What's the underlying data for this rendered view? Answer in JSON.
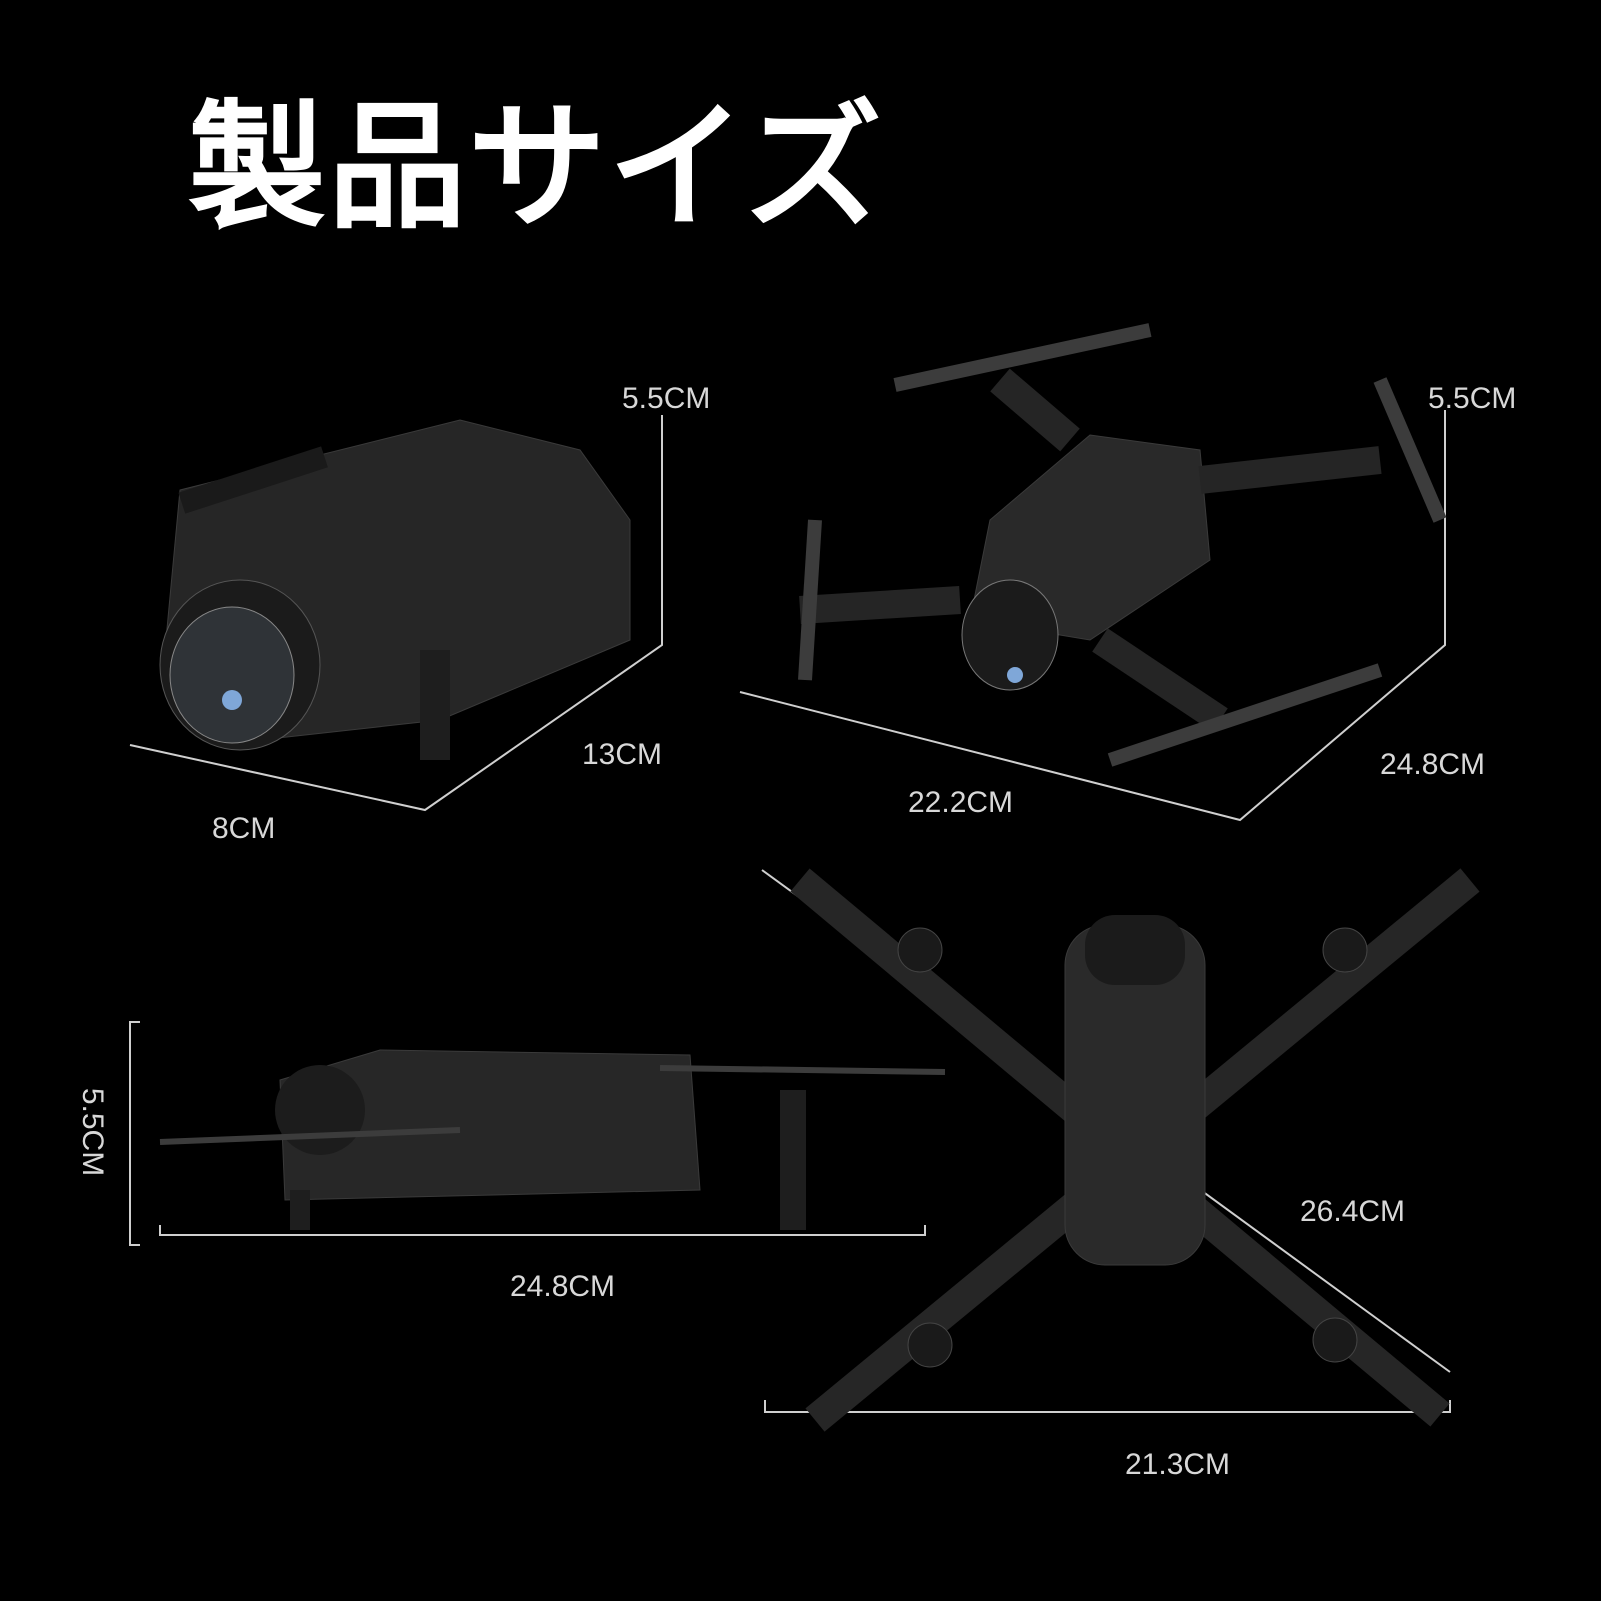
{
  "title": "製品サイズ",
  "views": {
    "folded": {
      "height": "5.5CM",
      "length": "13CM",
      "width": "8CM"
    },
    "unfolded": {
      "height": "5.5CM",
      "length": "24.8CM",
      "width": "22.2CM"
    },
    "side": {
      "height": "5.5CM",
      "length": "24.8CM"
    },
    "top": {
      "diagonal": "26.4CM",
      "width": "21.3CM"
    }
  },
  "colors": {
    "background": "#000000",
    "text": "#ffffff",
    "line": "#cfcfcf",
    "body": "#2a2a2a"
  }
}
